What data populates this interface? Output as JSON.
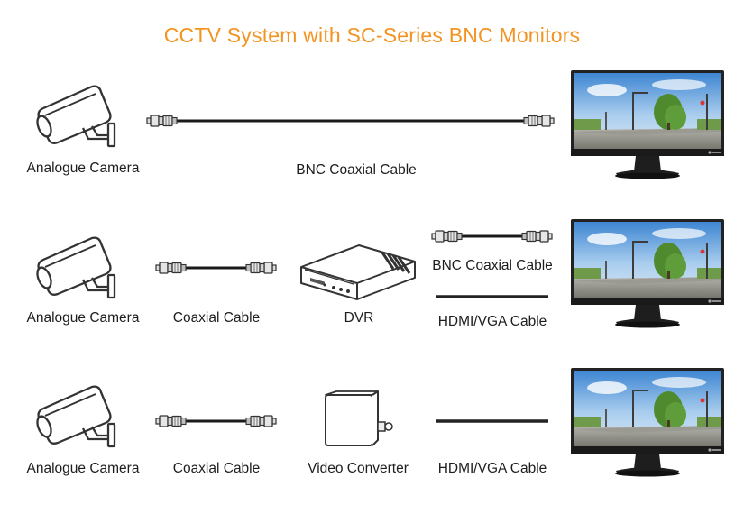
{
  "title": "CCTV System with SC-Series BNC Monitors",
  "rows": [
    {
      "camera_label": "Analogue Camera",
      "direct_cable_label": "BNC Coaxial Cable"
    },
    {
      "camera_label": "Analogue Camera",
      "cable_label": "Coaxial Cable",
      "device_label": "DVR",
      "bnc_cable_label": "BNC Coaxial Cable",
      "hdmi_cable_label": "HDMI/VGA Cable"
    },
    {
      "camera_label": "Analogue Camera",
      "cable_label": "Coaxial Cable",
      "device_label": "Video Converter",
      "hdmi_cable_label": "HDMI/VGA Cable"
    }
  ],
  "icons": [
    "cctv-camera-icon",
    "bnc-cable-icon",
    "dvr-icon",
    "video-converter-icon",
    "hdmi-vga-cable-icon",
    "monitor-icon"
  ],
  "colors": {
    "title": "#f39422",
    "cable": "#1a1a1a",
    "text": "#1d1d1d"
  }
}
